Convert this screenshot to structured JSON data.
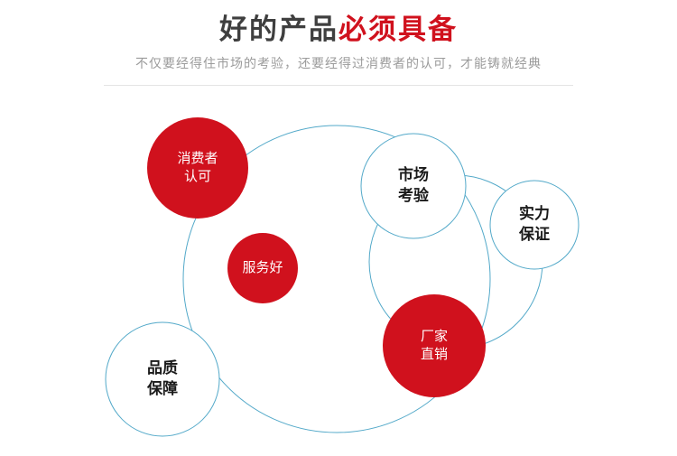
{
  "header": {
    "title_black": "好的产品",
    "title_red": "必须具备",
    "subtitle": "不仅要经得住市场的考验，还要经得过消费者的认可，才能铸就经典"
  },
  "colors": {
    "red": "#d0111d",
    "ring_blue": "#53a9c9",
    "title_dark": "#3f3f3f",
    "subtitle_gray": "#9b9b9b"
  },
  "bubbles": {
    "consumer": {
      "line1": "消费者",
      "line2": "认可"
    },
    "market": {
      "line1": "市场",
      "line2": "考验"
    },
    "strength": {
      "line1": "实力",
      "line2": "保证"
    },
    "service": {
      "line1": "服务好"
    },
    "factory": {
      "line1": "厂家",
      "line2": "直销"
    },
    "quality": {
      "line1": "品质",
      "line2": "保障"
    }
  }
}
